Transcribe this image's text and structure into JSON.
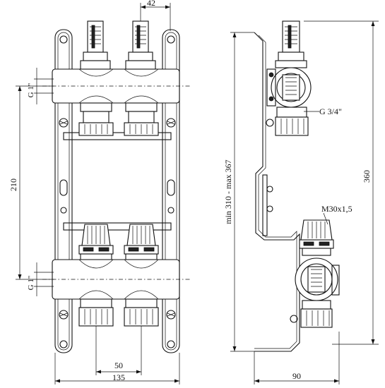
{
  "dimensions": {
    "spacing_top": "42",
    "inlet_left_top": "G 1\"",
    "vertical_spacing": "210",
    "inlet_left_bottom": "G 1\"",
    "spacing_bottom": "50",
    "total_width": "135",
    "mounting_height": "min 310 - max 367",
    "outlet_thread": "G 3/4\"",
    "valve_thread": "M30x1,5",
    "overall_height": "360",
    "depth": "90"
  }
}
